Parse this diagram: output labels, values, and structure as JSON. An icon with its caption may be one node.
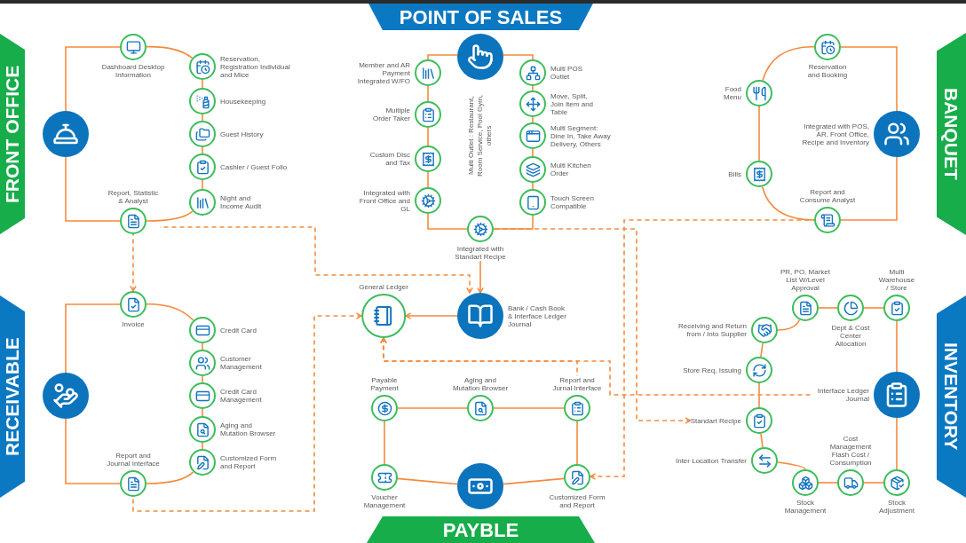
{
  "diagram": {
    "nodes": [
      {
        "text": [
          "FRONT OFFICE"
        ]
      },
      {
        "text": [],
        "shape": "circle"
      },
      {
        "text": [
          "Dashboard Desktop Information"
        ]
      },
      {
        "text": [
          "Reservation, Registration Individual and Mice"
        ]
      },
      {
        "text": [
          "Housekeeping"
        ]
      },
      {
        "text": [
          "Guest History"
        ]
      },
      {
        "text": [
          "Cashier / Guest Folio"
        ]
      },
      {
        "text": [
          "Night and Income Audit"
        ]
      },
      {
        "text": [
          "Report, Statistic & Analyst"
        ]
      },
      {
        "text": [
          "POINT OF SALES"
        ]
      },
      {
        "text": [],
        "shape": "circle"
      },
      {
        "text": [
          "Member and AR Payment Integrated W/FO"
        ]
      },
      {
        "text": [
          "Multiple Order Taker"
        ]
      },
      {
        "text": [
          "Custom Disc and Tax"
        ]
      },
      {
        "text": [
          "Integrated with Front Office and GL"
        ]
      },
      {
        "text": [
          "Multi POS Outlet"
        ]
      },
      {
        "text": [
          "Move, Split, Join Item and Table"
        ]
      },
      {
        "text": [
          "Multi Segment: Dine In, Take Away Delivery, Others"
        ]
      },
      {
        "text": [
          "Multi Kitchen Order"
        ]
      },
      {
        "text": [
          "Touch Screen Compatible"
        ]
      },
      {
        "text": [
          "Integrated with Standart Recipe"
        ]
      },
      {
        "text": [
          "BANQUET"
        ]
      },
      {
        "text": [
          "Reservation and Booking"
        ]
      },
      {
        "text": [
          "Food Menu"
        ]
      },
      {
        "text": [
          "Integrated with POS, AR, Front Office, Recipe and Inventory"
        ]
      },
      {
        "text": [
          "Bills"
        ]
      },
      {
        "text": [
          "Report and Consume Analyst"
        ]
      },
      {
        "text": [
          "RECEIVABLE"
        ]
      },
      {
        "text": [],
        "shape": "circle"
      },
      {
        "text": [
          "Invoice"
        ]
      },
      {
        "text": [
          "Credit Card"
        ]
      },
      {
        "text": [
          "Customer Management"
        ]
      },
      {
        "text": [
          "Credit Card Management"
        ]
      },
      {
        "text": [
          "Aging and Mutation Browser"
        ]
      },
      {
        "text": [
          "Customized Form and Report"
        ]
      },
      {
        "text": [
          "Report and Journal Interface"
        ]
      },
      {
        "text": [
          "General Ledger"
        ]
      },
      {
        "text": [
          "Bank / Cash Book & Interface Ledger Journal"
        ]
      },
      {
        "text": [
          "Payable Payment"
        ]
      },
      {
        "text": [
          "Aging and Mutation Browser"
        ]
      },
      {
        "text": [
          "Report and Jurnal Interface"
        ]
      },
      {
        "text": [
          "Voucher Management"
        ]
      },
      {
        "text": [],
        "shape": "circle"
      },
      {
        "text": [
          "Customized Form and Report"
        ]
      },
      {
        "text": [
          "PAYBLE"
        ]
      },
      {
        "text": [
          "PR, PO, Market List W/Level Approval"
        ]
      },
      {
        "text": [
          "Dept & Cost Center Allocation"
        ]
      },
      {
        "text": [
          "Multi Warehouse / Store"
        ]
      },
      {
        "text": [
          "INVENTORY"
        ]
      },
      {
        "text": [
          "Receiving and Return from / Into Supplier"
        ]
      },
      {
        "text": [
          "Store Req, Issuing"
        ]
      },
      {
        "text": [
          "Interface Ledger Journal"
        ]
      },
      {
        "text": [
          "Standart Recipe"
        ]
      },
      {
        "text": [
          "Inter Location Transfer"
        ]
      },
      {
        "text": [
          "Cost Management Flash Cost / Consumption"
        ]
      },
      {
        "text": [
          "Stock Management"
        ]
      },
      {
        "text": [
          "Stock Adjustment"
        ]
      }
    ],
    "edges": [
      {
        "from": 1,
        "to": 2,
        "arrow": "none"
      },
      {
        "from": 2,
        "to": 3,
        "arrow": "none"
      },
      {
        "from": 3,
        "to": 4,
        "arrow": "none"
      },
      {
        "from": 4,
        "to": 5,
        "arrow": "none"
      },
      {
        "from": 5,
        "to": 6,
        "arrow": "none"
      },
      {
        "from": 6,
        "to": 7,
        "arrow": "none"
      },
      {
        "from": 7,
        "to": 8,
        "arrow": "none"
      },
      {
        "from": 1,
        "to": 8,
        "arrow": "none"
      },
      {
        "from": 10,
        "to": 11,
        "arrow": "none"
      },
      {
        "from": 11,
        "to": 12,
        "arrow": "none"
      },
      {
        "from": 12,
        "to": 13,
        "arrow": "none"
      },
      {
        "from": 13,
        "to": 14,
        "arrow": "none"
      },
      {
        "from": 14,
        "to": 20,
        "arrow": "none"
      },
      {
        "from": 10,
        "to": 15,
        "arrow": "none"
      },
      {
        "from": 15,
        "to": 16,
        "arrow": "none"
      },
      {
        "from": 16,
        "to": 17,
        "arrow": "none"
      },
      {
        "from": 17,
        "to": 18,
        "arrow": "none"
      },
      {
        "from": 18,
        "to": 19,
        "arrow": "none"
      },
      {
        "from": 19,
        "to": 20,
        "arrow": "none"
      },
      {
        "from": 22,
        "to": 24,
        "arrow": "none"
      },
      {
        "from": 22,
        "to": 23,
        "arrow": "none"
      },
      {
        "from": 23,
        "to": 25,
        "arrow": "none"
      },
      {
        "from": 25,
        "to": 26,
        "arrow": "none"
      },
      {
        "from": 24,
        "to": 26,
        "arrow": "none"
      },
      {
        "from": 28,
        "to": 29,
        "arrow": "none"
      },
      {
        "from": 29,
        "to": 30,
        "arrow": "none"
      },
      {
        "from": 30,
        "to": 31,
        "arrow": "none"
      },
      {
        "from": 31,
        "to": 32,
        "arrow": "none"
      },
      {
        "from": 32,
        "to": 33,
        "arrow": "none"
      },
      {
        "from": 33,
        "to": 34,
        "arrow": "none"
      },
      {
        "from": 34,
        "to": 35,
        "arrow": "none"
      },
      {
        "from": 28,
        "to": 35,
        "arrow": "none"
      },
      {
        "from": 37,
        "to": 36,
        "arrow": "to"
      },
      {
        "from": 20,
        "to": 37,
        "arrow": "to"
      },
      {
        "from": 38,
        "to": 39,
        "arrow": "none"
      },
      {
        "from": 39,
        "to": 40,
        "arrow": "none"
      },
      {
        "from": 38,
        "to": 41,
        "arrow": "none"
      },
      {
        "from": 40,
        "to": 43,
        "arrow": "none"
      },
      {
        "from": 41,
        "to": 42,
        "arrow": "none"
      },
      {
        "from": 42,
        "to": 43,
        "arrow": "none"
      },
      {
        "from": 49,
        "to": 45,
        "arrow": "none"
      },
      {
        "from": 45,
        "to": 46,
        "arrow": "none"
      },
      {
        "from": 46,
        "to": 47,
        "arrow": "none"
      },
      {
        "from": 47,
        "to": 51,
        "arrow": "none"
      },
      {
        "from": 49,
        "to": 50,
        "arrow": "none"
      },
      {
        "from": 50,
        "to": 52,
        "arrow": "none"
      },
      {
        "from": 52,
        "to": 53,
        "arrow": "none"
      },
      {
        "from": 53,
        "to": 55,
        "arrow": "none"
      },
      {
        "from": 55,
        "to": 54,
        "arrow": "none"
      },
      {
        "from": 54,
        "to": 56,
        "arrow": "none"
      },
      {
        "from": 51,
        "to": 56,
        "arrow": "none"
      },
      {
        "from": 8,
        "to": 29,
        "arrow": "to",
        "style": "dashed"
      },
      {
        "from": 8,
        "to": 37,
        "arrow": "to",
        "style": "dashed"
      },
      {
        "from": 35,
        "to": 36,
        "arrow": "to",
        "style": "dashed"
      },
      {
        "from": 40,
        "to": 36,
        "arrow": "to",
        "style": "dashed"
      },
      {
        "from": 51,
        "to": 36,
        "arrow": "to",
        "style": "dashed"
      },
      {
        "from": 20,
        "to": 52,
        "arrow": "to",
        "style": "dashed"
      },
      {
        "from": 26,
        "to": 43,
        "arrow": "to",
        "style": "dashed"
      }
    ],
    "labels": [
      "Multi Outlet : Restaurant, Room Service, Pool Gym, others"
    ]
  }
}
